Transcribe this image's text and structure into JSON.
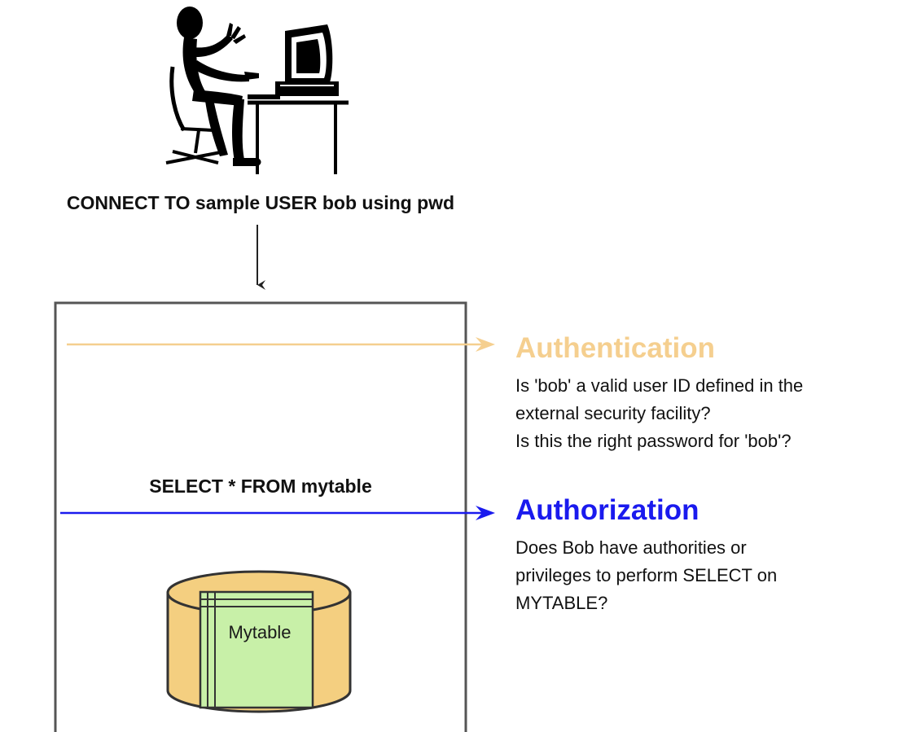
{
  "connect_statement": "CONNECT TO sample USER bob using pwd",
  "select_statement": "SELECT * FROM mytable",
  "authentication": {
    "title": "Authentication",
    "color": "#f5cf8f",
    "lines": [
      "Is 'bob' a valid user ID defined in the",
      "external security facility?",
      "Is this the right password for 'bob'?"
    ]
  },
  "authorization": {
    "title": "Authorization",
    "color": "#1a1aee",
    "lines": [
      "Does Bob have authorities or",
      "privileges to perform SELECT on",
      "MYTABLE?"
    ]
  },
  "database": {
    "table_label": "Mytable",
    "cylinder_color": "#f4cf80",
    "table_color": "#c8f0a8"
  },
  "icons": {
    "user": "user-at-computer-icon",
    "database": "database-cylinder-icon"
  }
}
